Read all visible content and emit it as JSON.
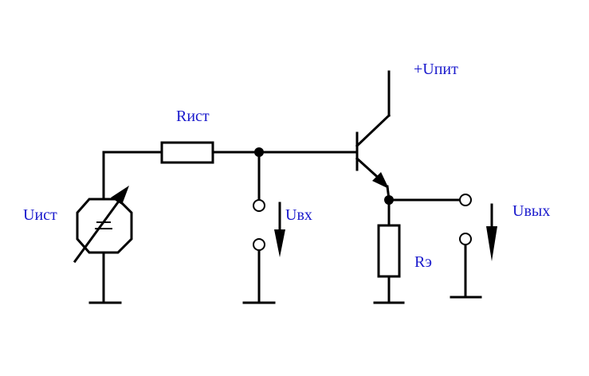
{
  "colors": {
    "label": "#1a1acc",
    "wire": "#000000"
  },
  "labels": {
    "supply": "+Uпит",
    "source_resistor": "Rист",
    "source": "Uист",
    "input_voltage": "Uвх",
    "emitter_resistor": "Rэ",
    "output_voltage": "Uвых"
  }
}
